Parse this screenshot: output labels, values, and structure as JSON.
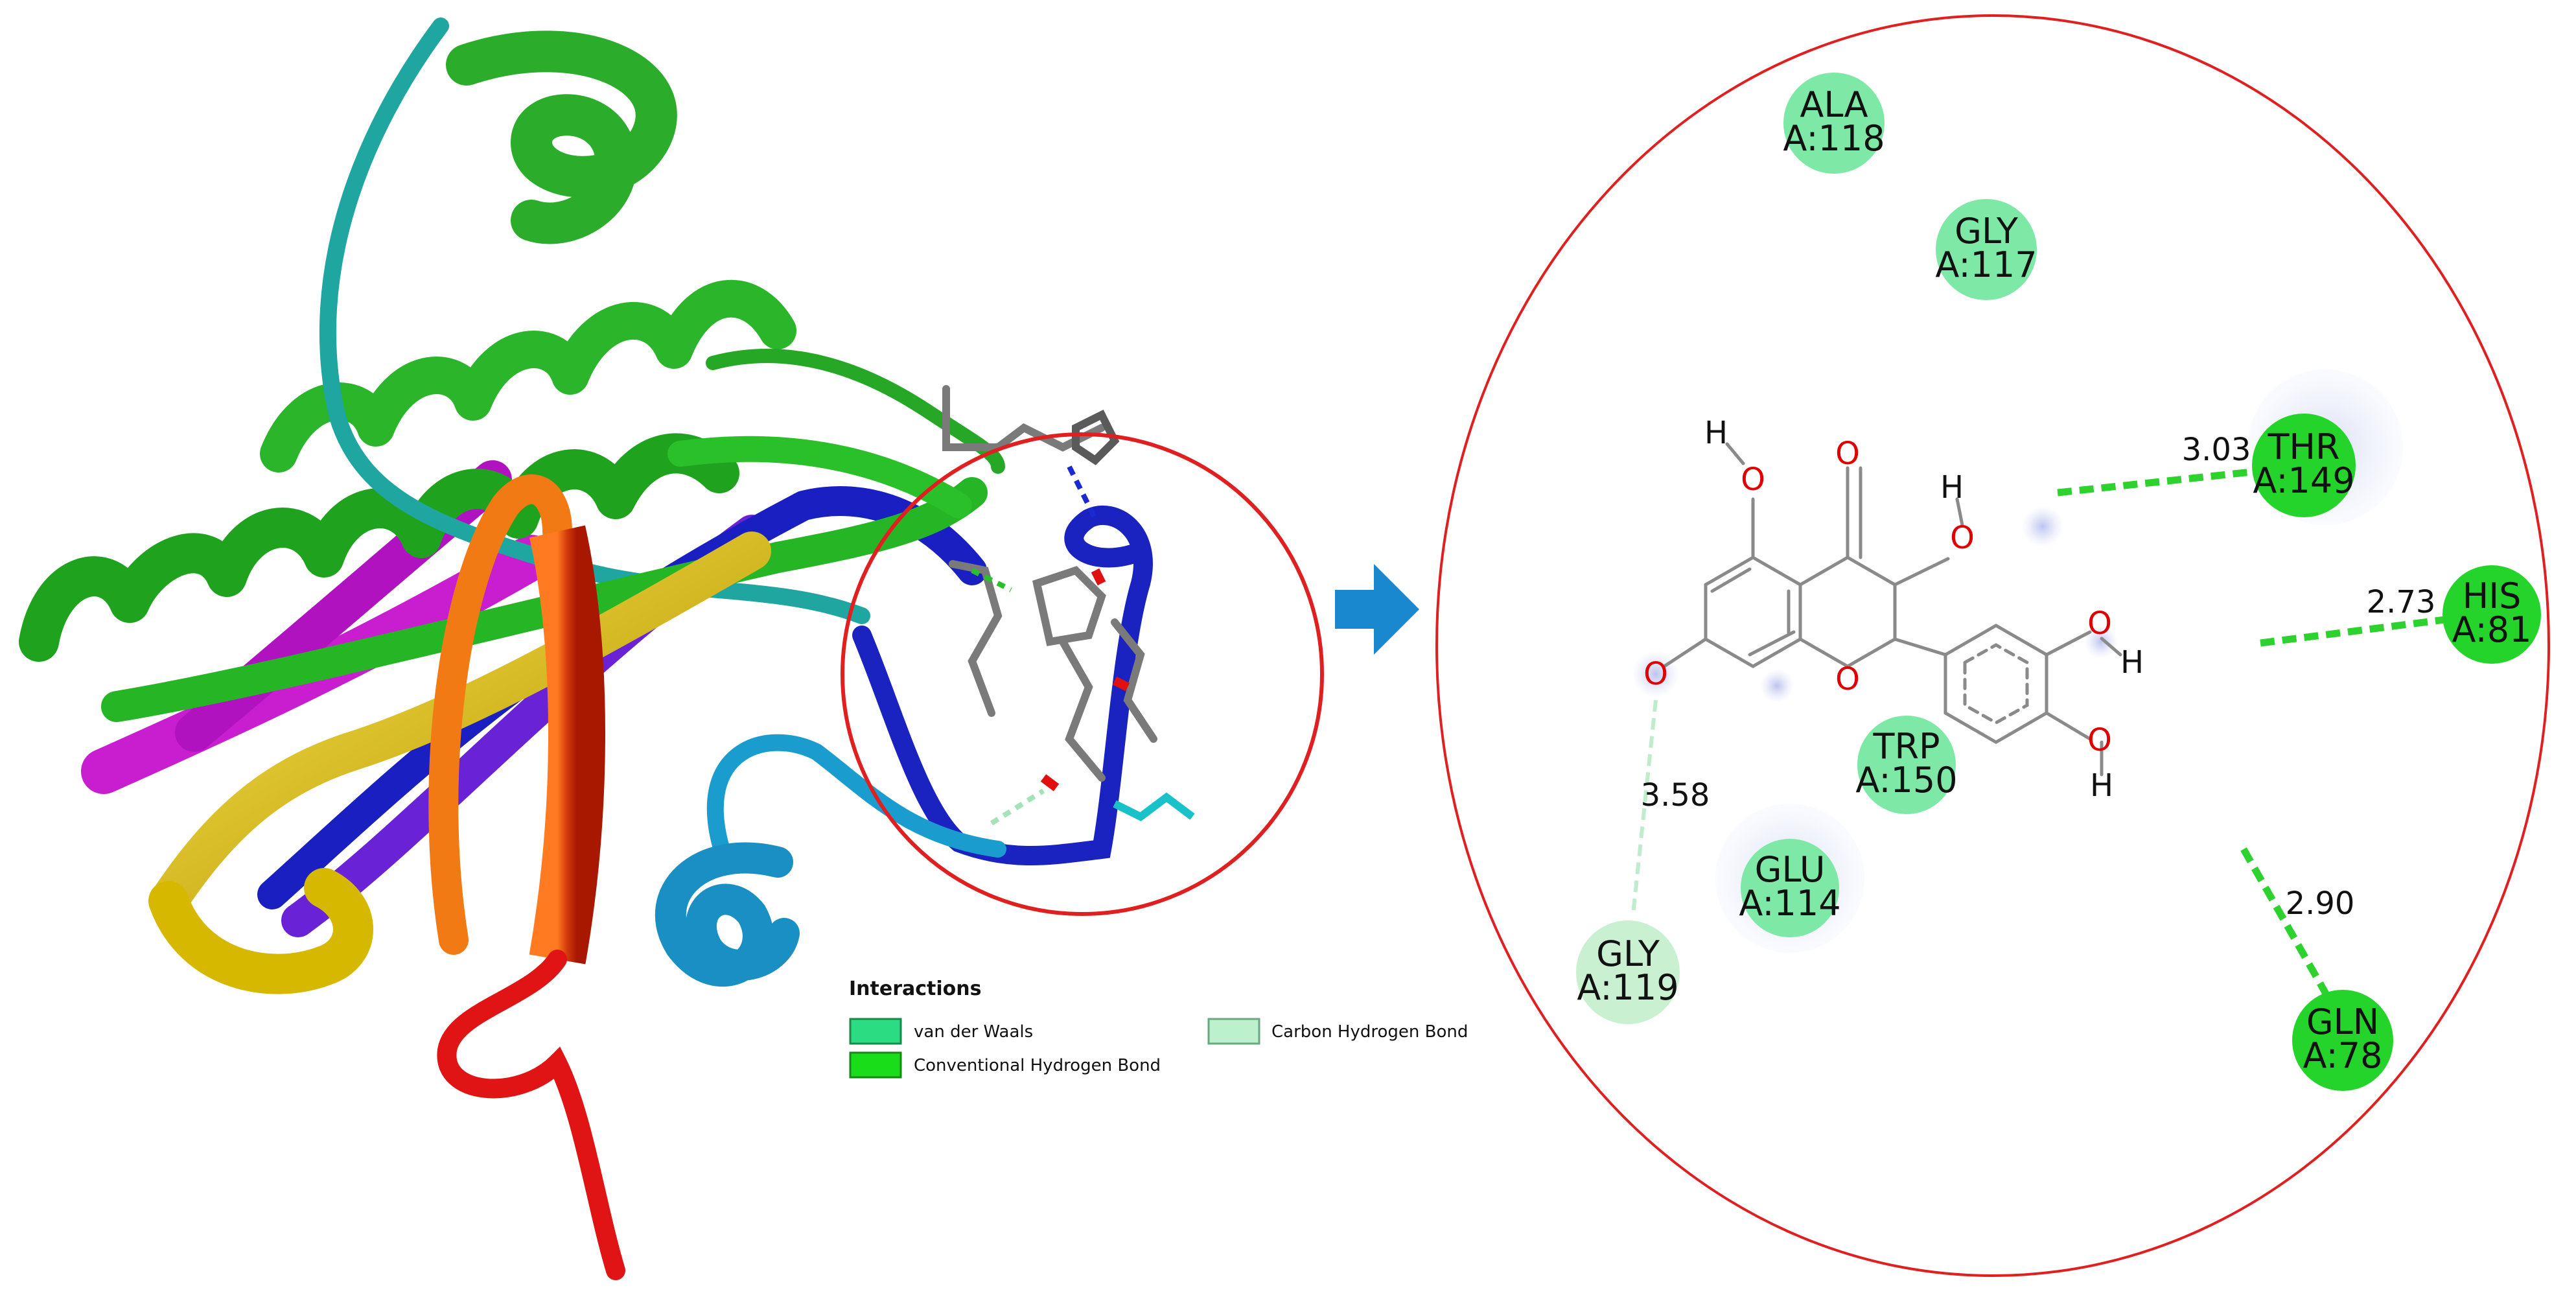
{
  "colors": {
    "vdw": "#7ee8a6",
    "conventional_hbond": "#25d42a",
    "carbon_hbond": "#c9f1d1",
    "circle": "#e02020",
    "arrow": "#1a88cf",
    "oxygen": "#e00000",
    "bond": "#8a8a8a"
  },
  "legend": {
    "title": "Interactions",
    "items": [
      {
        "label": "van der Waals",
        "color": "#2bdc82"
      },
      {
        "label": "Conventional Hydrogen Bond",
        "color": "#19dd19"
      },
      {
        "label": "Carbon Hydrogen Bond",
        "color": "#bdf0cc"
      }
    ]
  },
  "residues": [
    {
      "name": "ALA",
      "id": "A:118",
      "type": "vdw"
    },
    {
      "name": "GLY",
      "id": "A:117",
      "type": "vdw"
    },
    {
      "name": "THR",
      "id": "A:149",
      "type": "conventional_hbond"
    },
    {
      "name": "HIS",
      "id": "A:81",
      "type": "conventional_hbond"
    },
    {
      "name": "TRP",
      "id": "A:150",
      "type": "vdw"
    },
    {
      "name": "GLU",
      "id": "A:114",
      "type": "vdw"
    },
    {
      "name": "GLY",
      "id": "A:119",
      "type": "carbon_hbond"
    },
    {
      "name": "GLN",
      "id": "A:78",
      "type": "conventional_hbond"
    }
  ],
  "distances": [
    {
      "value": "3.03",
      "to": "THR A:149"
    },
    {
      "value": "2.73",
      "to": "HIS A:81"
    },
    {
      "value": "3.58",
      "to": "GLY A:119"
    },
    {
      "value": "2.90",
      "to": "GLN A:78"
    }
  ],
  "atoms": {
    "oxygen": "O",
    "hydrogen": "H"
  }
}
